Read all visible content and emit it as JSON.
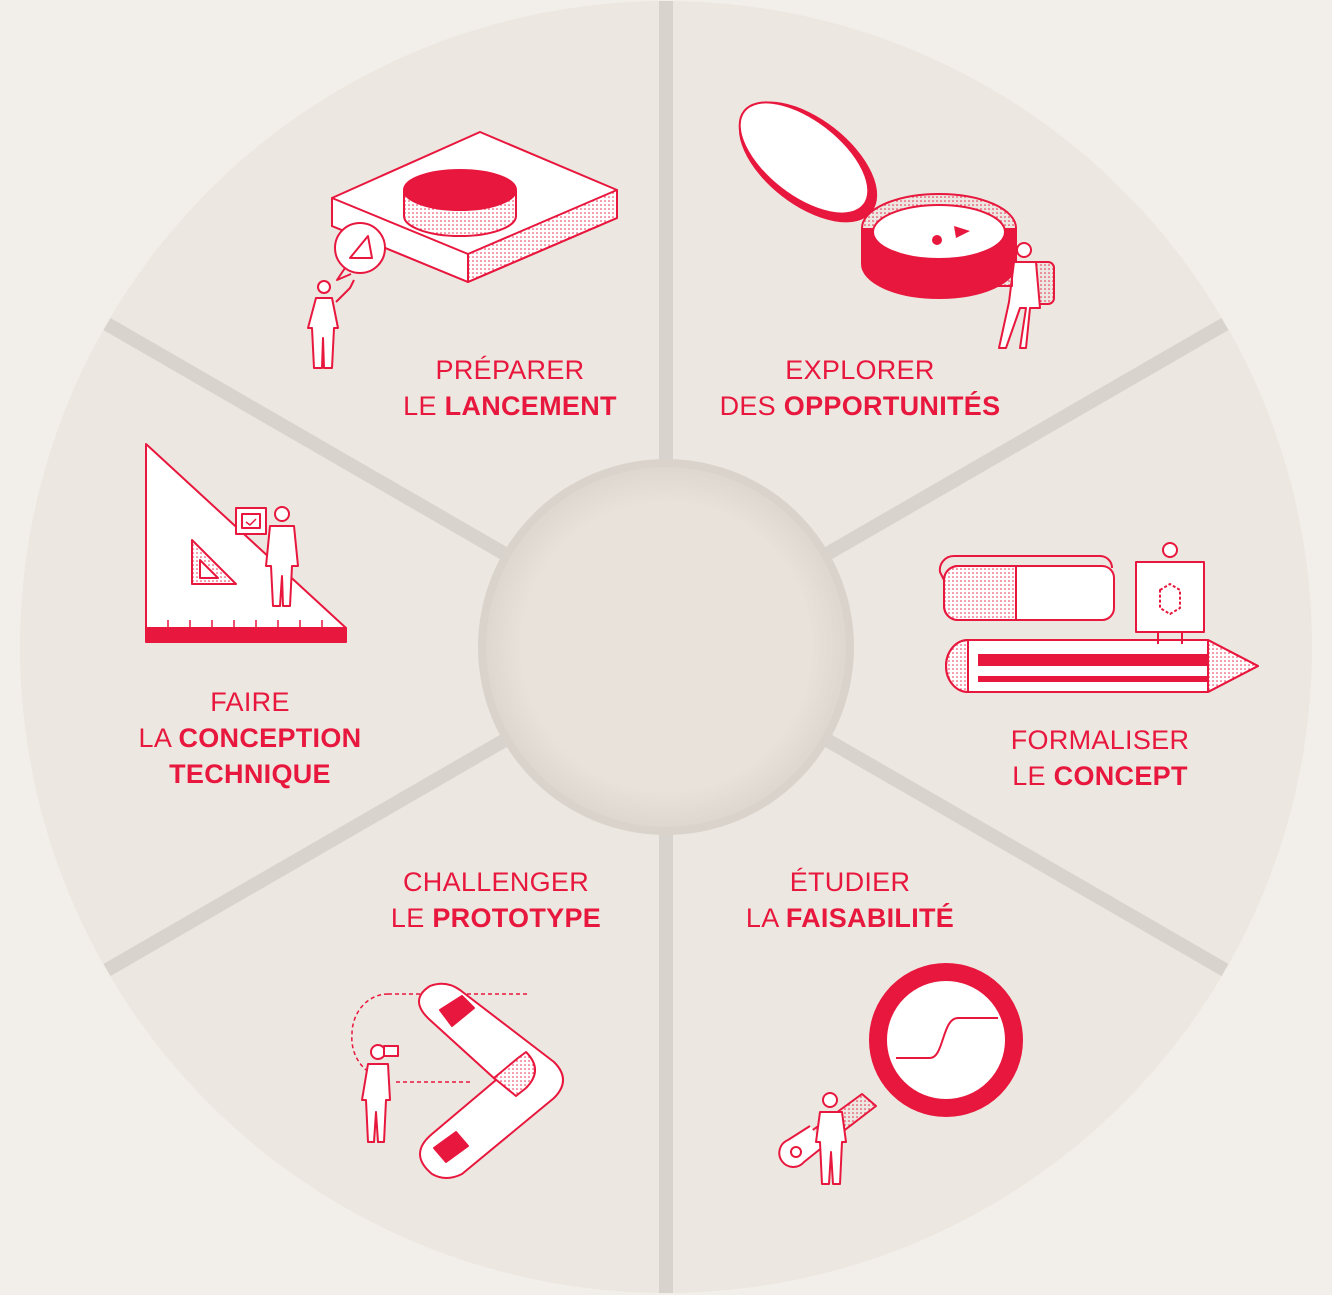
{
  "colors": {
    "background": "#f2efea",
    "segment": "#ece7e0",
    "divider": "#d8d3cd",
    "hub": "#e7e1da",
    "accent": "#e8173d"
  },
  "steps": [
    {
      "id": "preparer",
      "light_1": "PRÉPARER",
      "light_2": "LE ",
      "bold_2": "LANCEMENT",
      "icon": "base-plate-and-disc-icon"
    },
    {
      "id": "explorer",
      "light_1": "EXPLORER",
      "light_2": "DES ",
      "bold_2": "OPPORTUNITÉS",
      "icon": "compass-icon"
    },
    {
      "id": "formaliser",
      "light_1": "FORMALISER",
      "light_2": "LE ",
      "bold_2": "CONCEPT",
      "icon": "eraser-and-pencil-icon"
    },
    {
      "id": "etudier",
      "light_1": "ÉTUDIER",
      "light_2": "LA ",
      "bold_2": "FAISABILITÉ",
      "icon": "magnifying-glass-icon"
    },
    {
      "id": "challenger",
      "light_1": "CHALLENGER",
      "light_2": "LE ",
      "bold_2": "PROTOTYPE",
      "icon": "boomerang-icon"
    },
    {
      "id": "faire",
      "light_1": "FAIRE",
      "light_2": "LA ",
      "bold_2": "CONCEPTION",
      "bold_3": "TECHNIQUE",
      "icon": "set-square-icon"
    }
  ]
}
